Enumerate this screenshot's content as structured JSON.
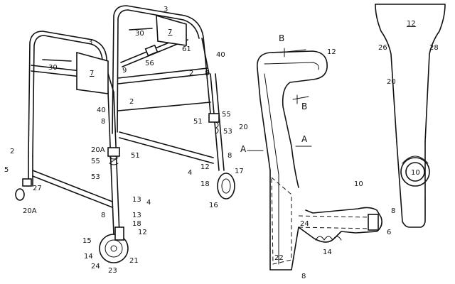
{
  "walker": {
    "labels": [
      "3",
      "3",
      "30",
      "30",
      "7",
      "7",
      "61",
      "40",
      "56",
      "9",
      "2",
      "8",
      "2",
      "40",
      "8",
      "2",
      "55",
      "51",
      "53",
      "20A",
      "51",
      "55",
      "53",
      "5",
      "27",
      "20A",
      "4",
      "12",
      "8",
      "17",
      "18",
      "16",
      "13",
      "4",
      "8",
      "13",
      "18",
      "12",
      "15",
      "14",
      "24",
      "23",
      "21"
    ]
  },
  "crutch_side": {
    "labels": [
      "B",
      "12",
      "B",
      "20",
      "A",
      "A",
      "10",
      "24",
      "6",
      "14",
      "22",
      "8"
    ]
  },
  "crutch_front": {
    "labels": [
      "12",
      "26",
      "28",
      "20",
      "10",
      "8"
    ]
  }
}
